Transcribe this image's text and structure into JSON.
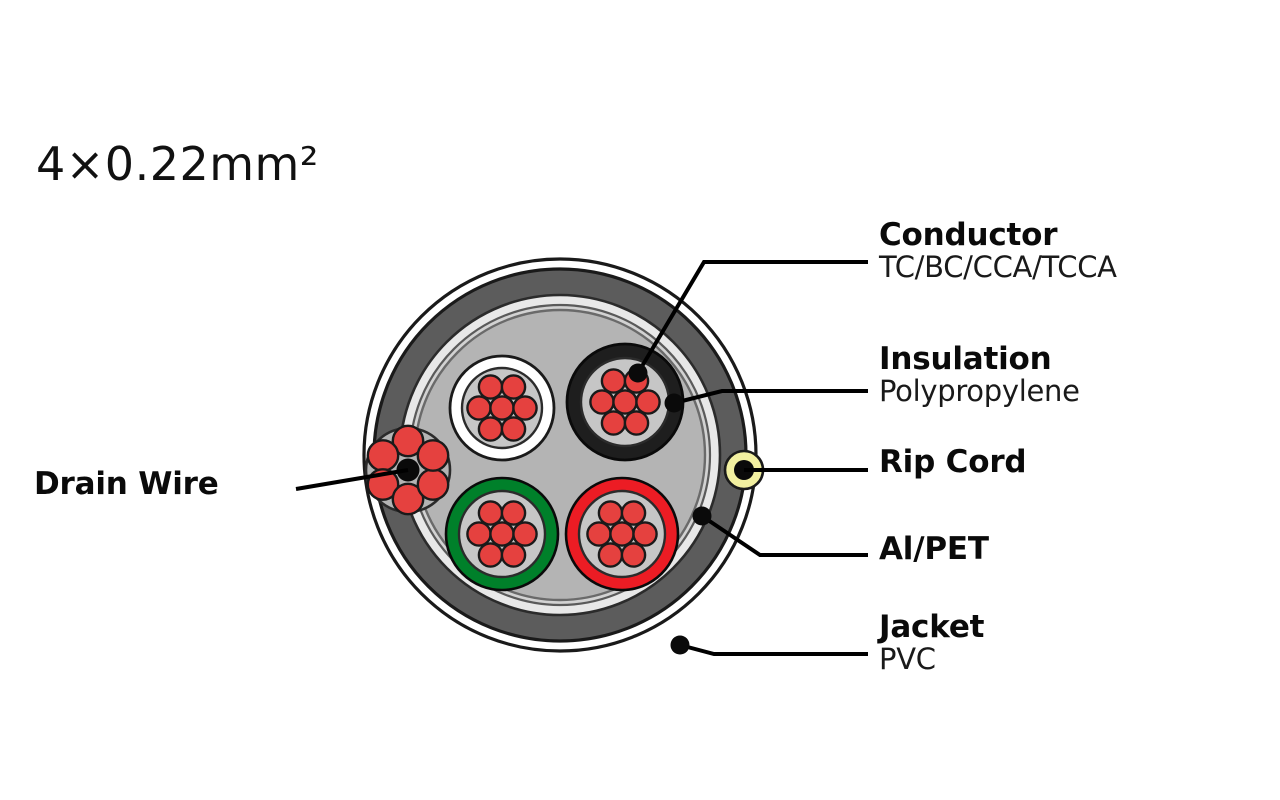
{
  "diagram": {
    "kind": "cable-cross-section",
    "spec_title": "4×0.22mm²",
    "background_color": "#ffffff"
  },
  "labels": {
    "conductor": {
      "title": "Conductor",
      "subtitle": "TC/BC/CCA/TCCA"
    },
    "insulation": {
      "title": "Insulation",
      "subtitle": "Polypropylene"
    },
    "rip_cord": {
      "title": "Rip Cord",
      "subtitle": ""
    },
    "al_pet": {
      "title": "Al/PET",
      "subtitle": ""
    },
    "jacket": {
      "title": "Jacket",
      "subtitle": "PVC"
    },
    "drain_wire": {
      "title": "Drain Wire",
      "subtitle": ""
    }
  },
  "layers": [
    {
      "name": "jacket",
      "material": "PVC",
      "color": "#5c5c5c",
      "outline": "#1a1a1a"
    },
    {
      "name": "al-pet-foil",
      "material": "Al/PET",
      "color": "#e8e8e8",
      "outline": "#2b2b2b"
    },
    {
      "name": "filler-core",
      "material": "Filler",
      "color": "#b4b4b4",
      "outline": "#4a4a4a"
    }
  ],
  "conductors": [
    {
      "id": "white-pair",
      "insulation_color": "#ffffff",
      "strand_color": "#e5413f",
      "strand_count": 7
    },
    {
      "id": "black-pair",
      "insulation_color": "#1e1e1e",
      "strand_color": "#e5413f",
      "strand_count": 7
    },
    {
      "id": "green-pair",
      "insulation_color": "#00802a",
      "strand_color": "#e5413f",
      "strand_count": 7
    },
    {
      "id": "red-pair",
      "insulation_color": "#ec1c24",
      "strand_color": "#e5413f",
      "strand_count": 7
    }
  ],
  "drain_wire": {
    "strand_color": "#e5413f",
    "strand_count": 6,
    "center_color": "#0a0a0a"
  },
  "rip_cord": {
    "ring_color": "#f2f0a0",
    "center_color": "#0a0a0a"
  },
  "colors": {
    "strand_red": "#e5413f",
    "insulation_red": "#ec1c24",
    "insulation_green": "#00802a",
    "insulation_black": "#1e1e1e",
    "insulation_white": "#ffffff",
    "jacket_gray": "#5c5c5c",
    "foil_light": "#e8e8e8",
    "filler_gray": "#b4b4b4",
    "leader_line": "#000000",
    "text": "#0a0a0a"
  }
}
